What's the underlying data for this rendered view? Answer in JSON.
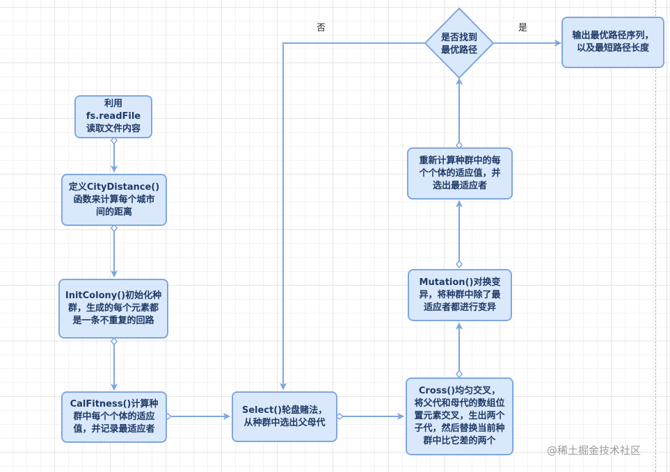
{
  "nodes": {
    "read_file": "利用fs.readFile\n读取文件内容",
    "city_distance": "定义CityDistance()\n函数来计算每个城市\n间的距离",
    "init_colony": "InitColony()初始化种\n群，生成的每个元素都\n是一条不重复的回路",
    "cal_fitness": "CalFitness()计算种\n群中每个个体的适应\n值，并记录最适应者",
    "select": "Select()轮盘赌法，\n从种群中选出父母代",
    "cross": "Cross()均匀交叉，\n将父代和母代的数组位\n置元素交叉，生出两个\n子代，然后替换当前种\n群中比它差的两个",
    "mutation": "Mutation()对换变\n异，将种群中除了最\n适应者都进行变异",
    "recalc": "重新计算种群中的每\n个个体的适应值，并\n选出最适应者",
    "decision": "是否找到\n最优路径",
    "output": "输出最优路径序列，\n以及最短路径长度"
  },
  "edge_labels": {
    "no": "否",
    "yes": "是"
  },
  "watermark": "@稀土掘金技术社区",
  "colors": {
    "fill": "#dae8fc",
    "stroke": "#7ea6e0",
    "text": "#1f3a63"
  }
}
